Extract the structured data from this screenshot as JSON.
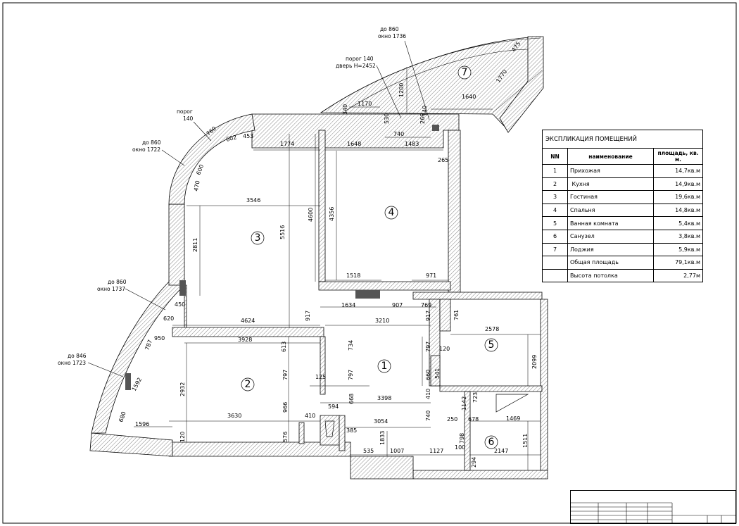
{
  "explication": {
    "title": "ЭКСПЛИКАЦИЯ ПОМЕЩЕНИЙ",
    "headers": [
      "NN",
      "наименование",
      "площадь, кв. м."
    ],
    "rows": [
      {
        "nn": "1",
        "name": "Прихожая",
        "area": "14,7кв.м"
      },
      {
        "nn": "2",
        "name": " Кухня",
        "area": "14,9кв.м"
      },
      {
        "nn": "3",
        "name": "Гостиная",
        "area": "19,6кв.м"
      },
      {
        "nn": "4",
        "name": "Спальня",
        "area": "14,8кв.м"
      },
      {
        "nn": "5",
        "name": "Ванная комната",
        "area": "5,4кв.м"
      },
      {
        "nn": "6",
        "name": "Санузел",
        "area": "3,8кв.м"
      },
      {
        "nn": "7",
        "name": "Лоджия",
        "area": "5,9кв.м"
      },
      {
        "nn": "",
        "name": "Общая площадь",
        "area": "79,1кв.м"
      },
      {
        "nn": "",
        "name": "Высота потолка",
        "area": "2,77м"
      }
    ]
  },
  "rooms": [
    "1",
    "2",
    "3",
    "4",
    "5",
    "6",
    "7"
  ],
  "notes": {
    "n1": "до 860",
    "n2": "окно 1736",
    "n3": "порог 140",
    "n4": "дверь H=2452",
    "n5": "порог",
    "n6": "140",
    "n7": "до 860",
    "n8": "окно 1722",
    "n9": "до 860",
    "n10": "окно 1737",
    "n11": "до 846",
    "n12": "окно 1723"
  },
  "dims": {
    "d1774": "1774",
    "d1648": "1648",
    "d1483": "1483",
    "d265": "265",
    "d3546": "3546",
    "d2811": "2811",
    "d5516": "5516",
    "d4600": "4600",
    "d4356": "4356",
    "d1518": "1518",
    "d971": "971",
    "d1634": "1634",
    "d907": "907",
    "d769": "769",
    "d450": "450",
    "d620": "620",
    "d4624": "4624",
    "d917a": "917",
    "d3210": "3210",
    "d917b": "917",
    "d761": "761",
    "d2578": "2578",
    "d2099": "2099",
    "d950": "950",
    "d3928": "3928",
    "d787": "787",
    "d613": "613",
    "d734": "734",
    "d797a": "797",
    "d120a": "120",
    "d2932": "2932",
    "d797b": "797",
    "d125": "125",
    "d797c": "797",
    "d660": "660",
    "d541": "541",
    "d1592": "1592",
    "d3398": "3398",
    "d668": "668",
    "d594": "594",
    "d410a": "410",
    "d723": "723",
    "d1142": "1142",
    "d3630": "3630",
    "d966": "966",
    "d410b": "410",
    "d3054": "3054",
    "d740a": "740",
    "d250": "250",
    "d678": "678",
    "d1469": "1469",
    "d680": "680",
    "d1596": "1596",
    "d385": "385",
    "d1833": "1833",
    "d798": "798",
    "d100": "100",
    "d120b": "120",
    "d576": "576",
    "d535": "535",
    "d1007": "1007",
    "d1127": "1127",
    "d2147": "2147",
    "d1511": "1511",
    "d294": "294",
    "d1770": "1770",
    "d475": "475",
    "d1640": "1640",
    "d1200": "1200",
    "d1170": "1170",
    "d340": "340",
    "d740b": "740",
    "d260": "260",
    "d140": "140",
    "d760": "760",
    "d602": "602",
    "d453": "453",
    "d600": "600",
    "d470": "470",
    "d530": "530"
  }
}
